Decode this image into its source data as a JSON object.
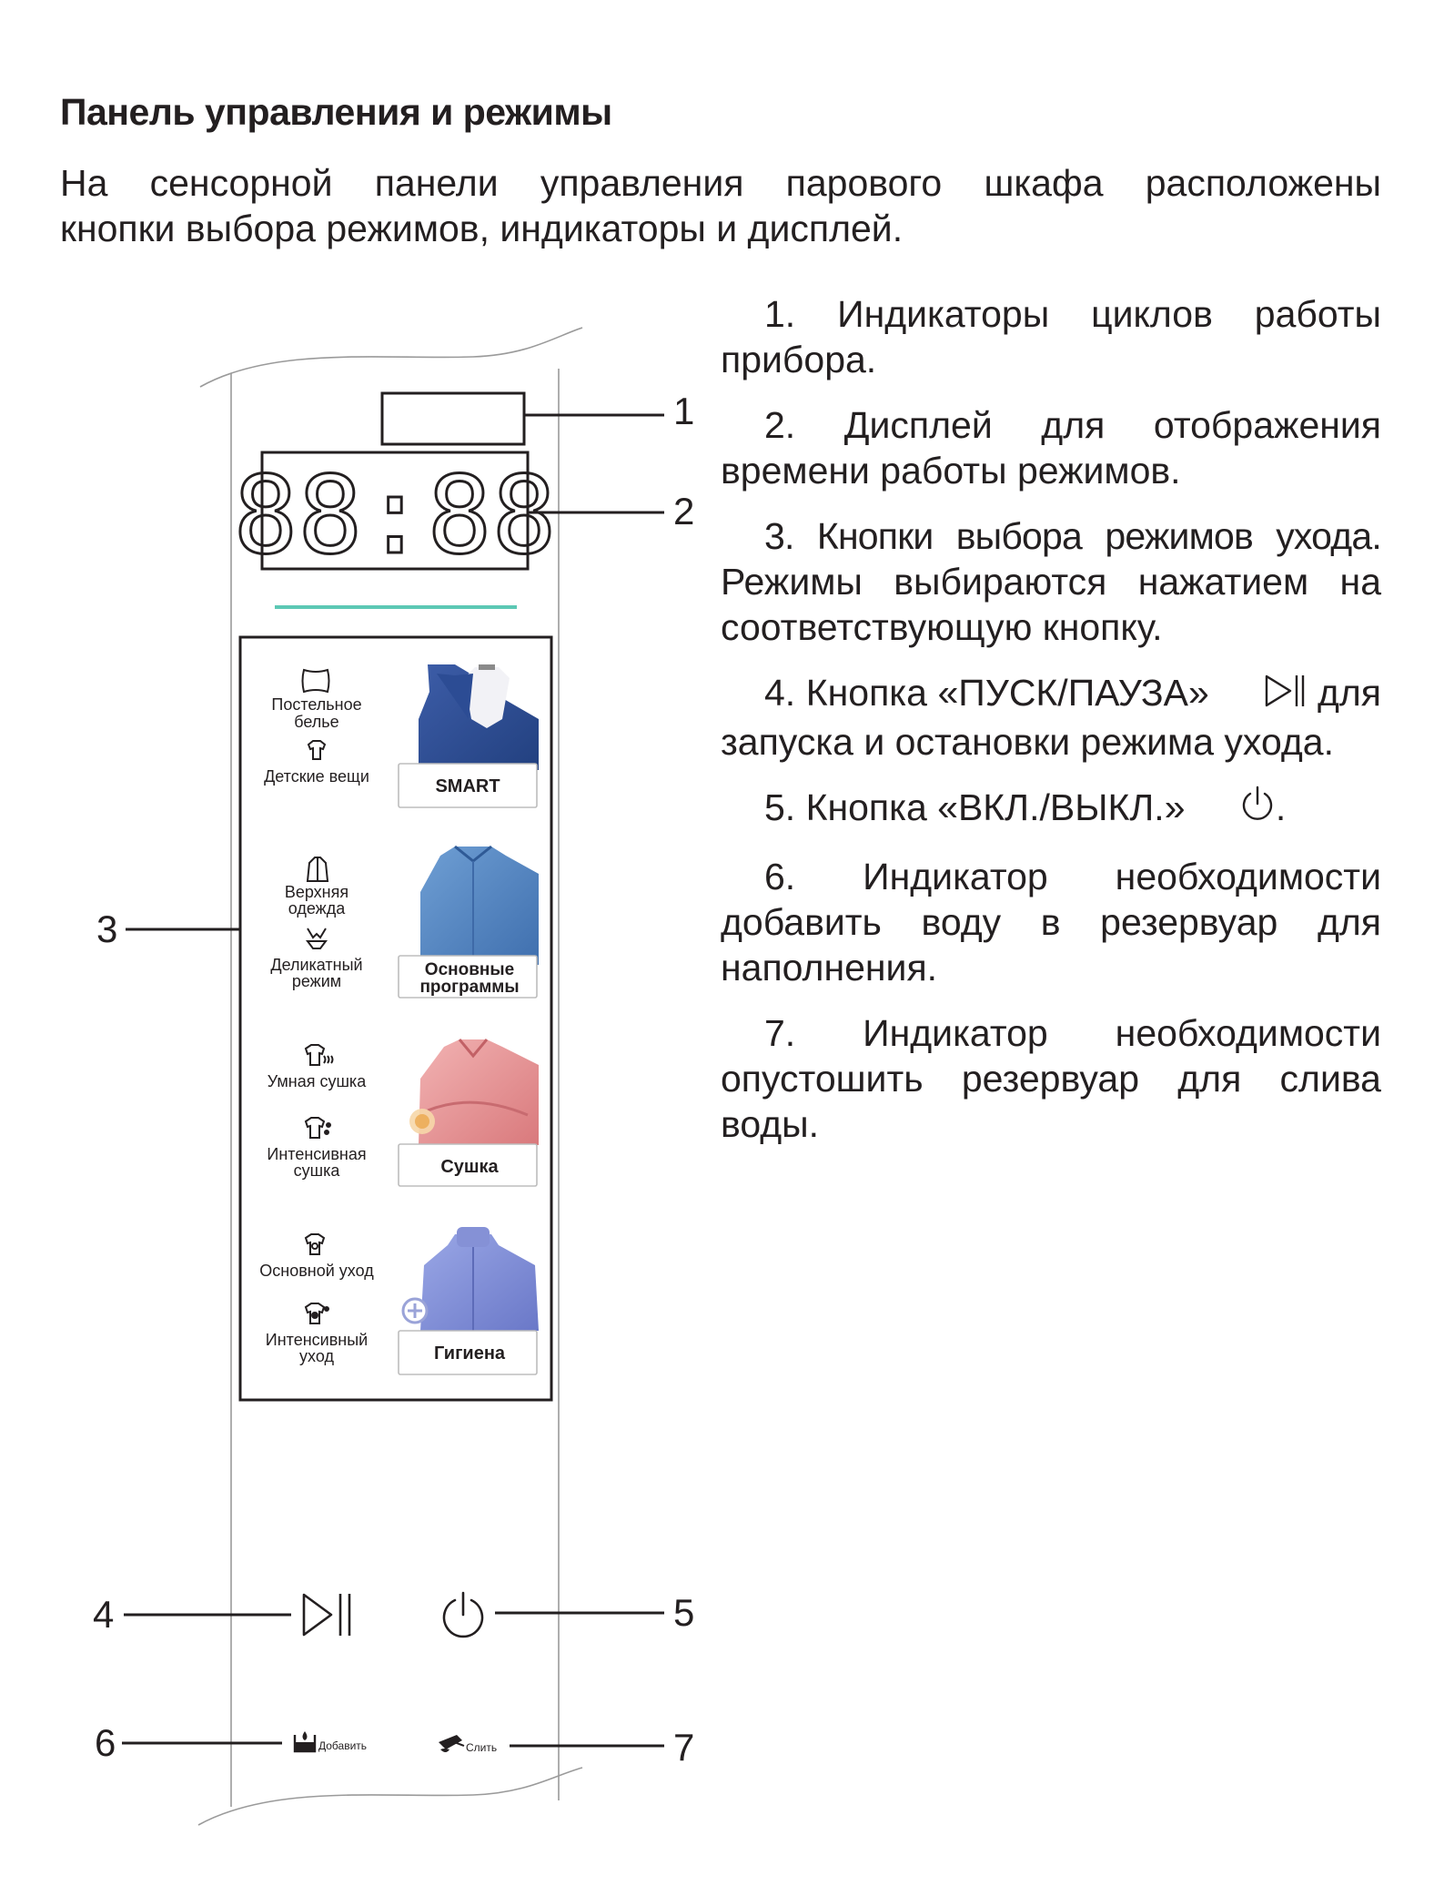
{
  "heading": "Панель управления и режимы",
  "intro": {
    "line1": "На сенсорной панели управления парового шкафа расположены",
    "line2": "кнопки выбора режимов, индикаторы и дисплей."
  },
  "items": [
    {
      "line1": "1. Индикаторы циклов работы",
      "rest": "прибора."
    },
    {
      "line1": "2. Дисплей для отображения",
      "rest": "времени работы режимов."
    },
    {
      "line1": "3. Кнопки выбора режимов ухода.",
      "rest": "Режимы выбираются нажатием на соответствующую кнопку."
    },
    {
      "line1_pre": "4. Кнопка «ПУСК/ПАУЗА»",
      "line1_post": "для",
      "rest": "запуска и остановки режима ухода."
    },
    {
      "line1_pre": "5. Кнопка «ВКЛ./ВЫКЛ.»",
      "line1_post": "."
    },
    {
      "line1": "6. Индикатор необходимости",
      "rest": "добавить воду в резервуар для наполнения."
    },
    {
      "line1": "7. Индикатор необходимости",
      "rest": "опустошить резервуар для слива воды."
    }
  ],
  "panel": {
    "display": "88:88",
    "callouts": [
      "1",
      "2",
      "3",
      "4",
      "5",
      "6",
      "7"
    ],
    "groups": [
      {
        "modes": [
          {
            "icon": "pillow-icon",
            "label_lines": [
              "Постельное",
              "белье"
            ]
          },
          {
            "icon": "baby-clothes-icon",
            "label_lines": [
              "Детские вещи"
            ]
          }
        ],
        "button_lines": [
          "SMART"
        ],
        "garment": "blue-jacket"
      },
      {
        "modes": [
          {
            "icon": "coat-icon",
            "label_lines": [
              "Верхняя",
              "одежда"
            ]
          },
          {
            "icon": "delicate-icon",
            "label_lines": [
              "Деликатный",
              "режим"
            ]
          }
        ],
        "button_lines": [
          "Основные",
          "программы"
        ],
        "garment": "denim-shirt"
      },
      {
        "modes": [
          {
            "icon": "smart-dry-icon",
            "label_lines": [
              "Умная сушка"
            ]
          },
          {
            "icon": "intensive-dry-icon",
            "label_lines": [
              "Интенсивная",
              "сушка"
            ]
          }
        ],
        "button_lines": [
          "Сушка"
        ],
        "garment": "pink-blouse"
      },
      {
        "modes": [
          {
            "icon": "basic-care-icon",
            "label_lines": [
              "Основной уход"
            ]
          },
          {
            "icon": "intensive-care-icon",
            "label_lines": [
              "Интенсивный",
              "уход"
            ]
          }
        ],
        "button_lines": [
          "Гигиена"
        ],
        "garment": "violet-sweater"
      }
    ],
    "add_water_label": "Добавить",
    "drain_label": "Слить"
  },
  "colors": {
    "accent_line": "#5cc8b4",
    "text": "#231f20"
  }
}
